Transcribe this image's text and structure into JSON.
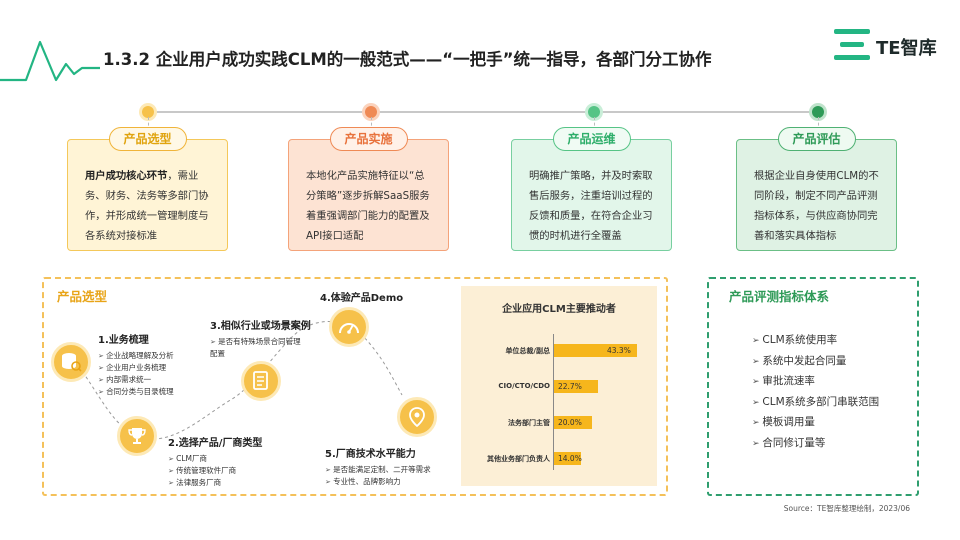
{
  "header": {
    "title": "1.3.2 企业用户成功实践CLM的一般范式——“一把手”统一指导，各部门分工协作",
    "logo_text": "TE智库"
  },
  "colors": {
    "yellow": "#f6c14a",
    "orange": "#ef8a55",
    "green_light": "#56c486",
    "green_dark": "#2e9a57",
    "logo_green": "#23b583"
  },
  "cards": [
    {
      "tag": "产品选型",
      "bold": "用户成功核心环节",
      "text": "，需业务、财务、法务等多部门协作，并形成统一管理制度与各系统对接标准"
    },
    {
      "tag": "产品实施",
      "text": "本地化产品实施特征以“总分策略”逐步拆解SaaS服务着重强调部门能力的配置及API接口适配"
    },
    {
      "tag": "产品运维",
      "text": "明确推广策略，并及时索取售后服务，注重培训过程的反馈和质量，在符合企业习惯的时机进行全覆盖"
    },
    {
      "tag": "产品评估",
      "text": "根据企业自身使用CLM的不同阶段，制定不同产品评测指标体系，与供应商协同完善和落实具体指标"
    }
  ],
  "selection": {
    "title": "产品选型",
    "steps": [
      {
        "title": "1.业务梳理",
        "items": [
          "企业战略理解及分析",
          "企业用户业务梳理",
          "内部需求统一",
          "合同分类与目录梳理"
        ]
      },
      {
        "title": "2.选择产品/厂商类型",
        "items": [
          "CLM厂商",
          "传统管理软件厂商",
          "法律服务厂商"
        ]
      },
      {
        "title": "3.相似行业或场景案例",
        "items": [
          "是否有特殊场景合同管理配置"
        ]
      },
      {
        "title": "4.体验产品Demo",
        "items": []
      },
      {
        "title": "5.厂商技术水平能力",
        "items": [
          "是否能满足定制、二开等需求",
          "专业性、品牌影响力"
        ]
      }
    ],
    "icons": [
      "database-icon",
      "trophy-icon",
      "document-icon",
      "speedometer-icon",
      "location-pin-icon"
    ]
  },
  "chart_data": {
    "type": "bar",
    "orientation": "horizontal",
    "title": "企业应用CLM主要推动者",
    "categories": [
      "单位总裁/副总",
      "CIO/CTO/CDO",
      "法务部门主管",
      "其他业务部门负责人"
    ],
    "values": [
      43.3,
      22.7,
      20.0,
      14.0
    ],
    "value_labels": [
      "43.3%",
      "22.7%",
      "20.0%",
      "14.0%"
    ],
    "xlim": [
      0,
      50
    ],
    "grid": false,
    "bar_color": "#f6b61c"
  },
  "evaluation": {
    "title": "产品评测指标体系",
    "items": [
      "CLM系统使用率",
      "系统中发起合同量",
      "审批流速率",
      "CLM系统多部门串联范围",
      "模板调用量",
      "合同修订量等"
    ]
  },
  "source": "Source：TE智库整理绘制，2023/06"
}
